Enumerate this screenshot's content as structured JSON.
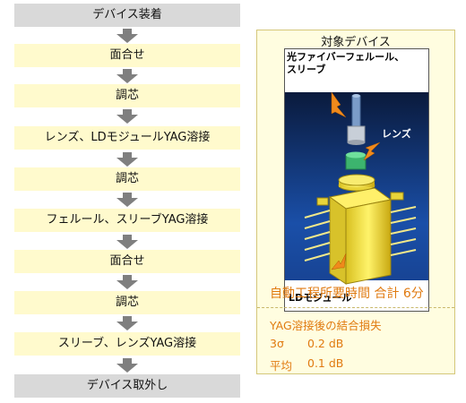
{
  "flow": {
    "steps": [
      "デバイス装着",
      "面合せ",
      "調芯",
      "レンズ、LDモジュールYAG溶接",
      "調芯",
      "フェルール、スリーブYAG溶接",
      "面合せ",
      "調芯",
      "スリーブ、レンズYAG溶接",
      "デバイス取外し"
    ]
  },
  "panel": {
    "title": "対象デバイス",
    "labels": {
      "fiber": "光ファイバーフェルール、",
      "fiber2": "スリーブ",
      "lens": "レンズ",
      "ld": "LDモジュール"
    },
    "total_time": "自動工程所要時間 合計 6分",
    "loss_title": "YAG溶接後の結合損失",
    "sigma_label": "3σ",
    "sigma_value": "0.2 dB",
    "mean_label": "平均",
    "mean_value": "0.1 dB"
  },
  "colors": {
    "accent": "#e07a10",
    "gray_step": "#d9d9d9",
    "yellow_step": "#fffacd",
    "arrow": "#7f7f7f"
  }
}
